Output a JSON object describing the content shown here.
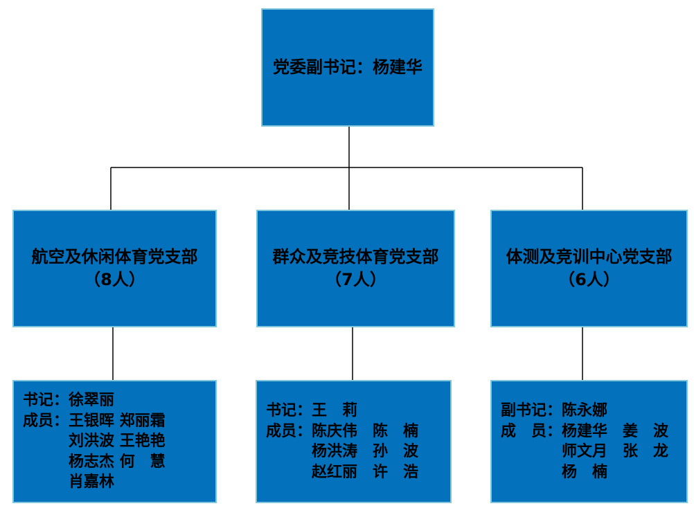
{
  "colors": {
    "box_fill": "#0471BC",
    "box_border": "#7FC5DC",
    "text": "#000000",
    "connector_line": "#000000",
    "background": "#ffffff"
  },
  "org": {
    "root": {
      "title": "党委副书记：杨建华"
    },
    "branches": [
      {
        "name_line1": "航空及休闲体育党支部",
        "name_line2": "（8人）",
        "roster_lines": [
          "书记：徐翠丽",
          "成员：王银晖 郑丽霜",
          "　　　刘洪波 王艳艳",
          "　　　杨志杰 何　慧",
          "　　　肖嘉林"
        ]
      },
      {
        "name_line1": "群众及竞技体育党支部",
        "name_line2": "（7人）",
        "roster_lines": [
          "书记：王　莉",
          "成员：陈庆伟　陈　楠",
          "　　　杨洪涛　孙　波",
          "　　　赵红丽　许　浩"
        ]
      },
      {
        "name_line1": "体测及竞训中心党支部",
        "name_line2": "（6人）",
        "roster_lines": [
          "副书记：陈永娜",
          "成　员：杨建华　姜　波",
          "　　　　师文月　张　龙",
          "　　　　杨　楠"
        ]
      }
    ]
  }
}
